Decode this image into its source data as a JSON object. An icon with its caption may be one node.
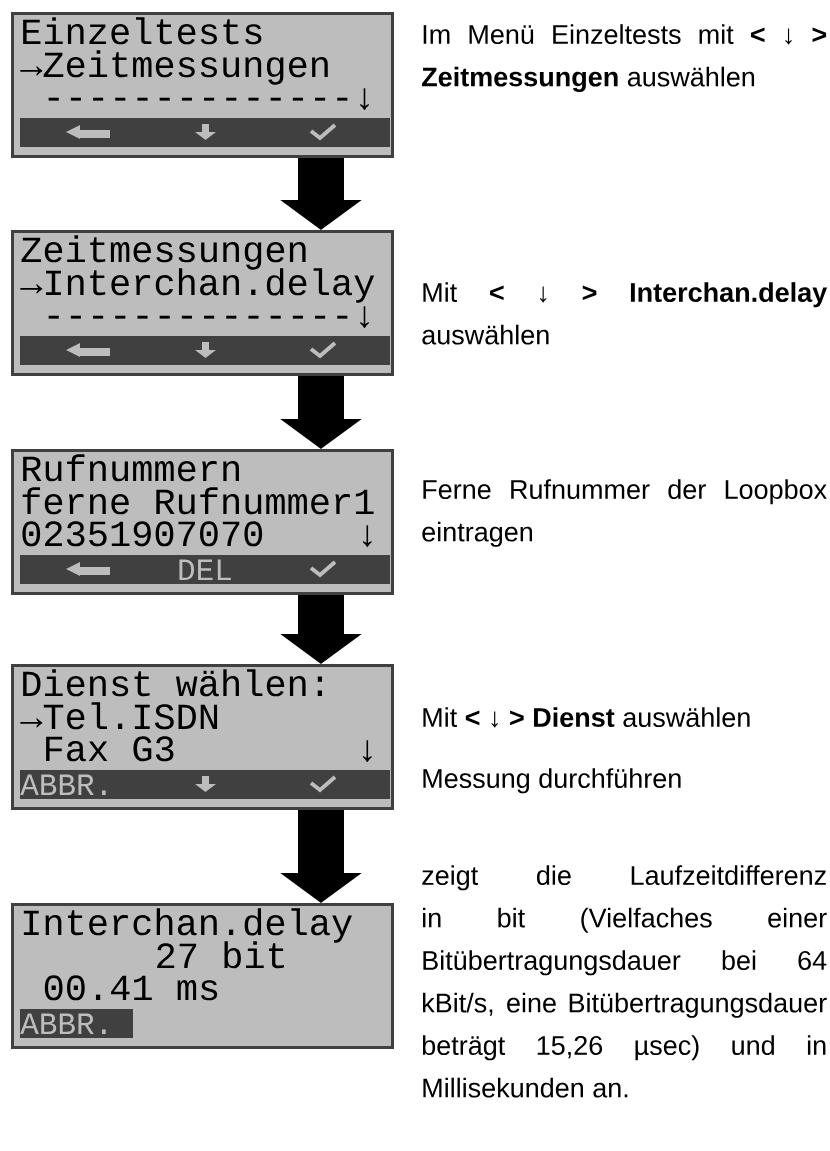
{
  "diagram": {
    "nodes": [
      {
        "text": [
          "Einzeltests",
          "→Zeitmessungen",
          "--------------↓"
        ],
        "beside": [
          "Im Menü Einzeltests mit **< ↓ > Zeitmessungen** auswählen"
        ]
      },
      {
        "text": [
          "Zeitmessungen",
          "→Interchan.delay",
          "--------------↓"
        ],
        "beside": [
          "Mit **< ↓ > Interchan.delay** auswählen"
        ]
      },
      {
        "text": [
          "Rufnummern",
          "ferne Rufnummer1",
          "02351907070",
          "↓",
          "DEL"
        ],
        "beside": [
          "Ferne Rufnummer der Loopbox eintragen"
        ]
      },
      {
        "text": [
          "Dienst wählen:",
          "→Tel.ISDN",
          "Fax G3",
          "↓",
          "ABBR."
        ],
        "beside": [
          "Mit **< ↓ > Dienst** auswählen",
          "Messung durchführen"
        ]
      },
      {
        "text": [
          "Interchan.delay",
          "27 bit",
          "00.41 ms",
          "ABBR."
        ],
        "beside": [
          "zeigt die Laufzeitdifferenz in bit (Vielfaches einer Bitübertragungsdauer bei 64 kBit/s, eine Bitübertragungsdauer beträgt 15,26 µsec) und in Millisekunden an."
        ]
      }
    ],
    "edges": [
      {
        "from": 0,
        "to": 1,
        "arrow": "to"
      },
      {
        "from": 1,
        "to": 2,
        "arrow": "to"
      },
      {
        "from": 2,
        "to": 3,
        "arrow": "to"
      },
      {
        "from": 3,
        "to": 4,
        "arrow": "to"
      }
    ]
  }
}
